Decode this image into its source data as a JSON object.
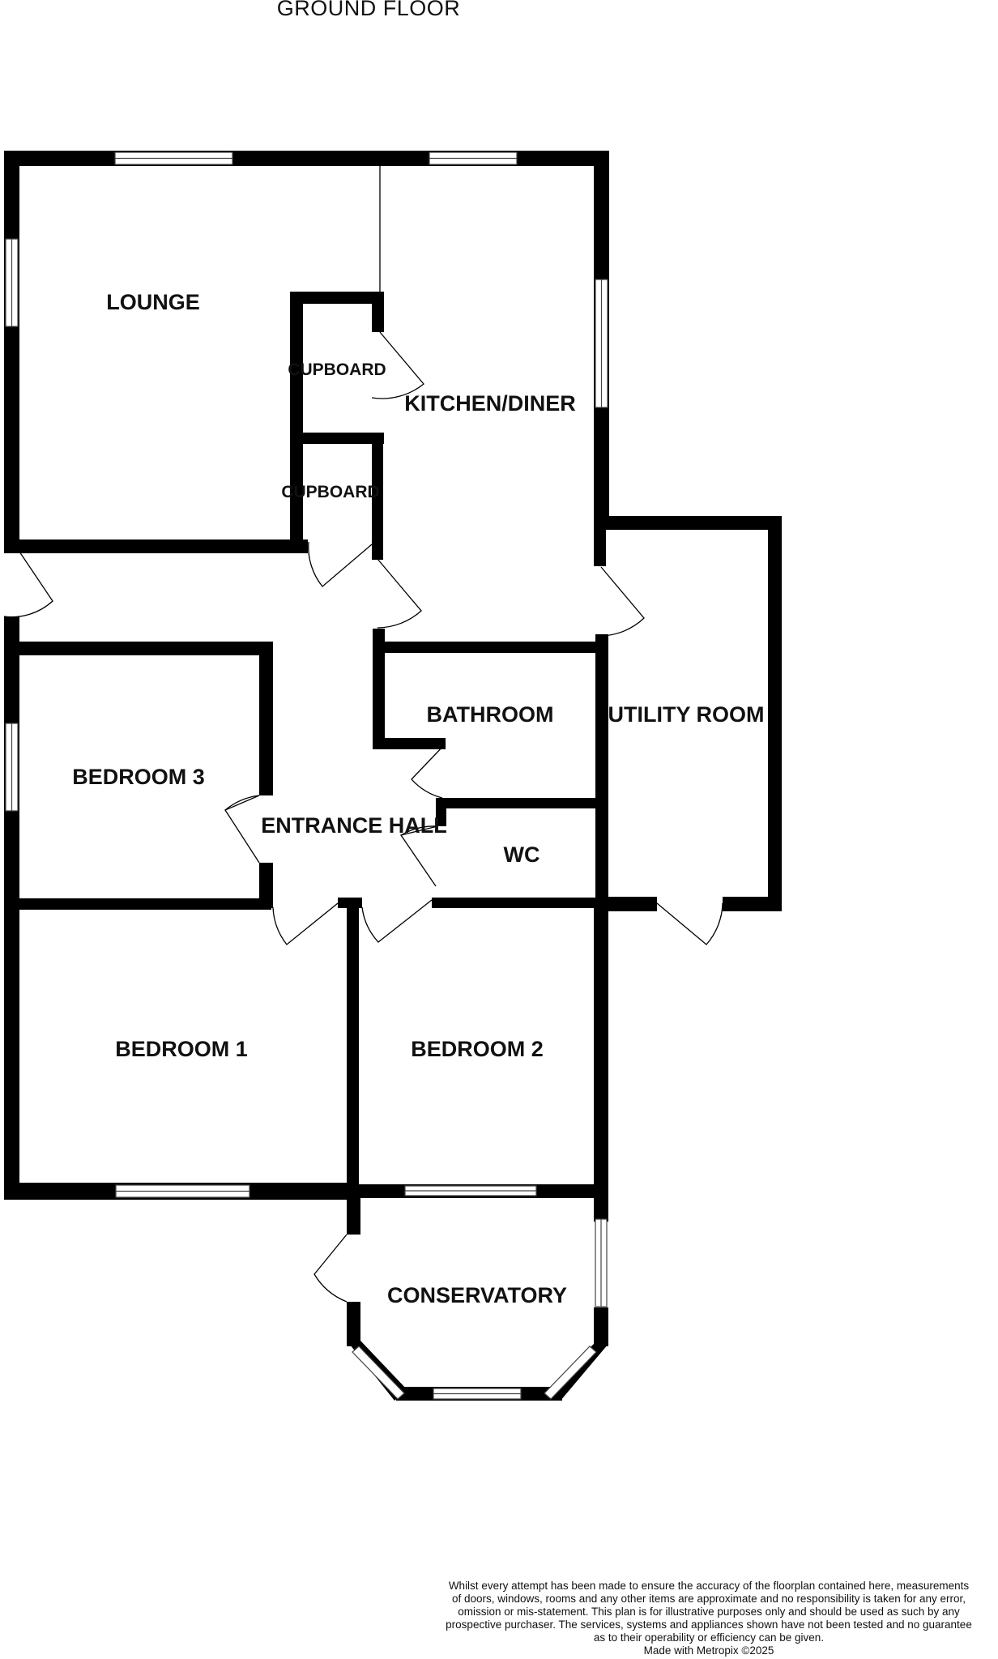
{
  "floor_title": "GROUND FLOOR",
  "rooms": {
    "lounge": "LOUNGE",
    "cupboard_1": "CUPBOARD",
    "cupboard_2": "CUPBOARD",
    "kitchen_diner": "KITCHEN/DINER",
    "bathroom": "BATHROOM",
    "utility_room": "UTILITY ROOM",
    "bedroom_3": "BEDROOM 3",
    "entrance_hall": "ENTRANCE HALL",
    "wc": "WC",
    "bedroom_1": "BEDROOM 1",
    "bedroom_2": "BEDROOM 2",
    "conservatory": "CONSERVATORY"
  },
  "disclaimer": {
    "lines": [
      "Whilst every attempt has been made to ensure the accuracy of the floorplan contained here, measurements",
      "of doors, windows, rooms and any other items are approximate and no responsibility is taken for any error,",
      "omission or mis-statement. This plan is for illustrative purposes only and should be used as such by any",
      "prospective purchaser. The services, systems and appliances shown have not been tested and no guarantee",
      "as to their operability or efficiency can be given.",
      "Made with Metropix ©2025"
    ]
  }
}
